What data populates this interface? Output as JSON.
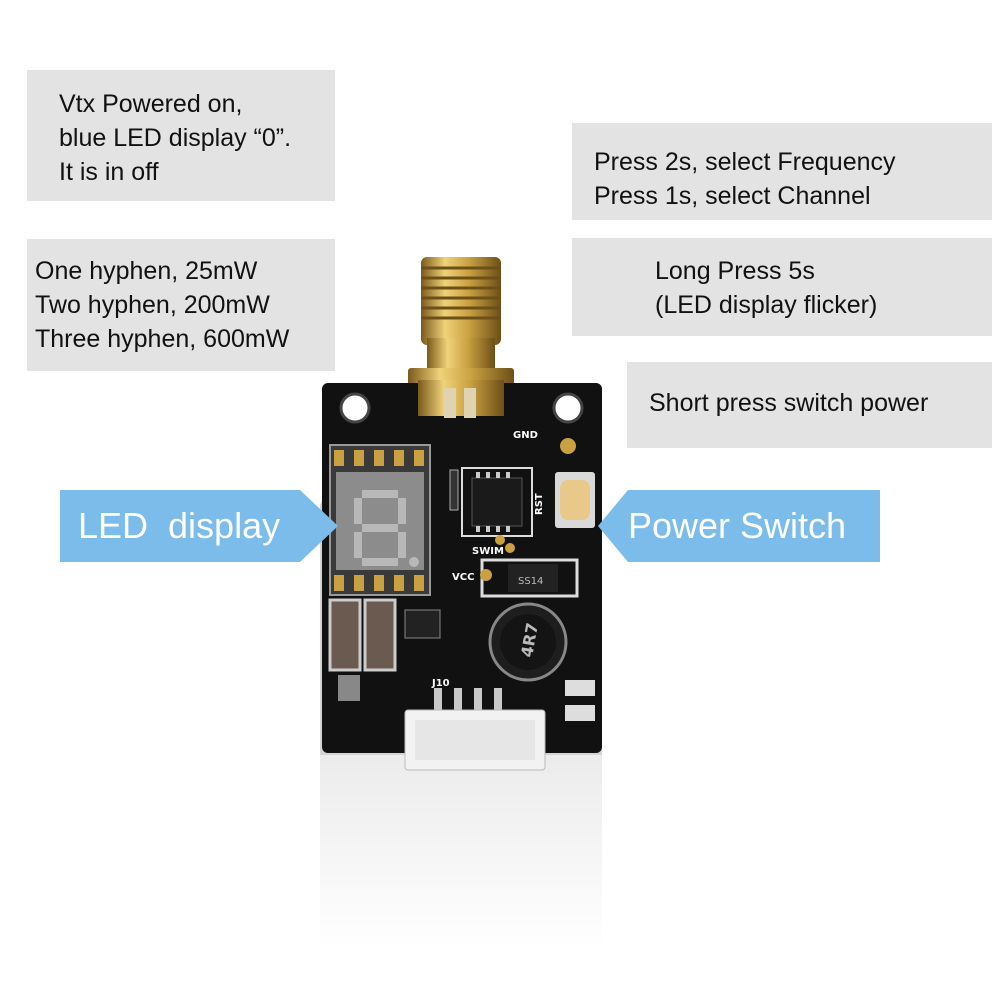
{
  "notes": {
    "power_on": [
      "Vtx Powered on,",
      "blue LED display “0”.",
      "It is in off"
    ],
    "power_levels": [
      "One hyphen, 25mW",
      "Two hyphen, 200mW",
      "Three hyphen, 600mW"
    ],
    "button_press": [
      "Press 2s, select Frequency",
      "Press 1s, select Channel"
    ],
    "long_press": [
      "Long Press 5s",
      "(LED display flicker)"
    ],
    "short_press": "Short press switch power"
  },
  "callouts": {
    "led_display": "LED  display",
    "power_switch": "Power Switch"
  },
  "board": {
    "silkscreen": {
      "gnd": "GND",
      "rst": "RST",
      "swim": "SWIM",
      "vcc": "VCC",
      "j10": "J10",
      "diode": "SS14",
      "inductor": "4R7"
    }
  },
  "colors": {
    "note_bg": "#e3e3e3",
    "callout_blue": "#7cbcea",
    "pcb": "#111111",
    "gold": "#c9a141",
    "button": "#e8c98a"
  }
}
